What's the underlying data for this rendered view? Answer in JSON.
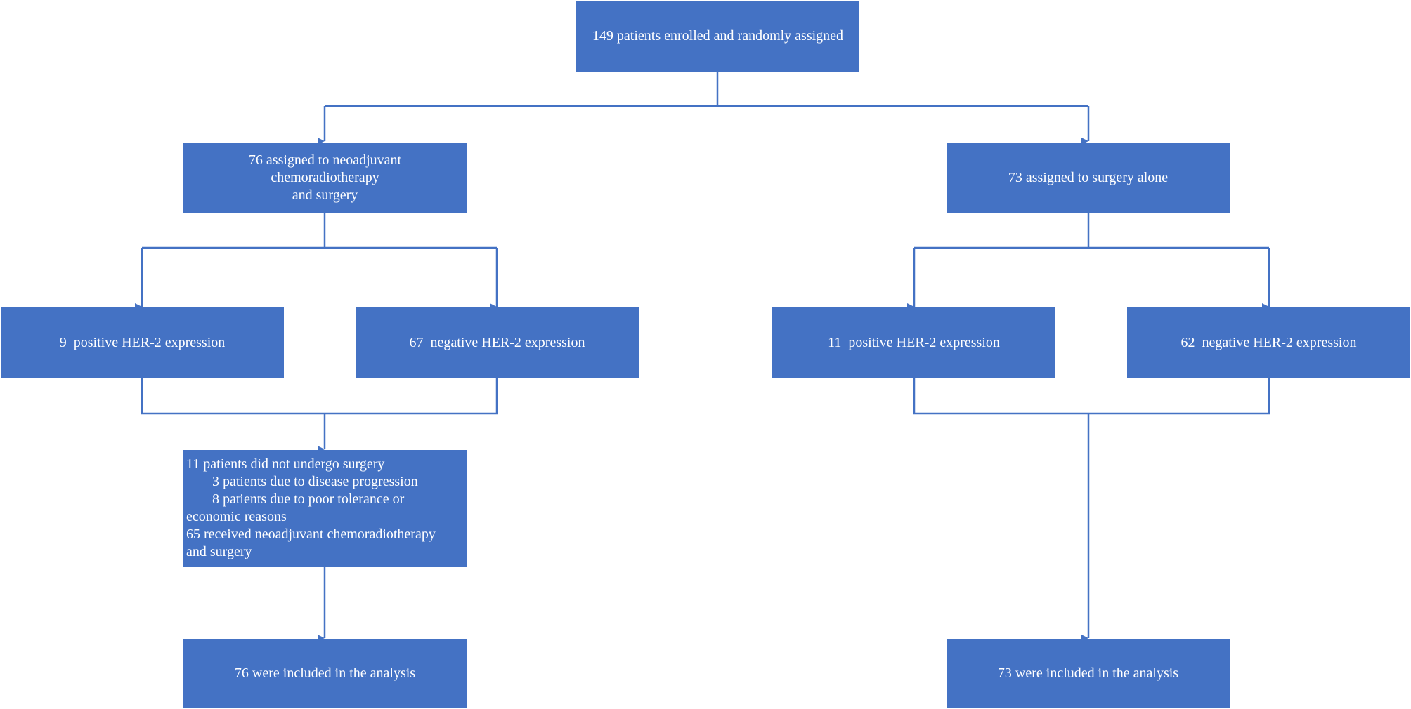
{
  "diagram": {
    "line_color": "#4472c4",
    "box_color": "#4472c4",
    "text_color": "#ffffff",
    "enrolled": {
      "text": "149 patients enrolled and randomly assigned"
    },
    "arm_a": {
      "assigned_lines": [
        "76 assigned to neoadjuvant",
        "chemoradiotherapy",
        "and surgery"
      ],
      "her2_positive": "9  positive HER-2 expression",
      "her2_negative": "67  negative HER-2 expression",
      "surgery_details": {
        "line1": "11 patients did not undergo surgery",
        "line2": "3 patients due to disease progression",
        "line3": "8 patients due to poor tolerance or",
        "line4": "economic reasons",
        "line5": "65 received neoadjuvant chemoradiotherapy",
        "line6": "and surgery"
      },
      "analysis": "76 were included in the analysis"
    },
    "arm_b": {
      "assigned": "73 assigned to surgery alone",
      "her2_positive": "11  positive HER-2 expression",
      "her2_negative": "62  negative HER-2 expression",
      "analysis": "73 were included in the analysis"
    }
  }
}
